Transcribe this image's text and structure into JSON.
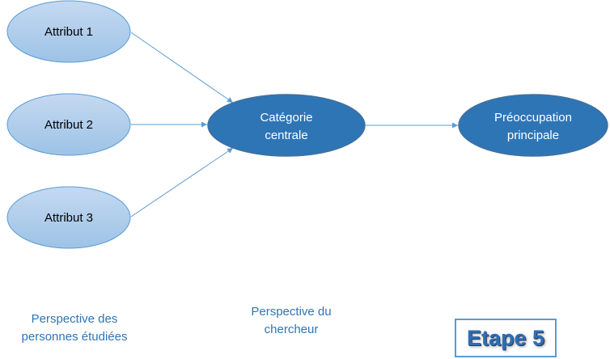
{
  "diagram": {
    "attributes": [
      {
        "label": "Attribut 1"
      },
      {
        "label": "Attribut 2"
      },
      {
        "label": "Attribut 3"
      }
    ],
    "central": {
      "line1": "Catégorie",
      "line2": "centrale"
    },
    "main_concern": {
      "line1": "Préoccupation",
      "line2": "principale"
    }
  },
  "captions": {
    "studied": {
      "line1": "Perspective des",
      "line2": "personnes étudiées"
    },
    "researcher": {
      "line1": "Perspective du",
      "line2": "chercheur"
    }
  },
  "step": {
    "label": "Etape 5"
  },
  "colors": {
    "attribute_fill_top": "#c5d9f1",
    "attribute_fill_bottom": "#9dc3e6",
    "attribute_stroke": "#5b9bd5",
    "core_fill": "#2e75b6",
    "core_stroke": "#41719c",
    "arrow": "#5b9bd5",
    "caption_text": "#2e75b6",
    "step_text": "#2f6eb5"
  }
}
